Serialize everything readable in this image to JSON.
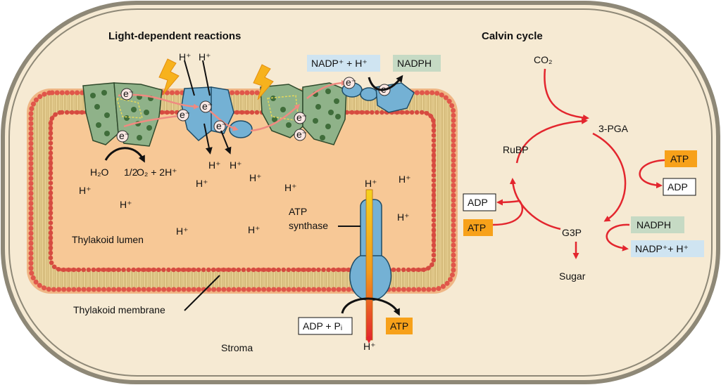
{
  "headings": {
    "light": "Light-dependent reactions",
    "calvin": "Calvin cycle"
  },
  "labels": {
    "stroma": "Stroma",
    "lumen": "Thylakoid lumen",
    "membrane": "Thylakoid membrane",
    "atp_synthase_line1": "ATP",
    "atp_synthase_line2": "synthase",
    "water": "H₂O",
    "oxygen_half": "1/2",
    "oxygen_rest": "O₂ + 2H⁺",
    "proton": "H⁺",
    "electron": "e⁻"
  },
  "light_boxes": {
    "nadp": "NADP⁺ + H⁺",
    "nadph": "NADPH",
    "adp_pi": "ADP + Pᵢ",
    "atp": "ATP"
  },
  "calvin": {
    "co2": "CO₂",
    "pga": "3-PGA",
    "rubp": "RuBP",
    "g3p": "G3P",
    "sugar": "Sugar",
    "atp_in_top": "ATP",
    "adp_out_top": "ADP",
    "adp_out_left": "ADP",
    "atp_in_left": "ATP",
    "nadph_in": "NADPH",
    "nadp_out": "NADP⁺+ H⁺"
  },
  "colors": {
    "stroma": "#f6ead3",
    "lumen": "#f7c896",
    "membrane_head": "#e0564a",
    "protein_green": "#8fb289",
    "protein_blue": "#74b1d4",
    "arrow_red": "#e3262e",
    "atp_orange": "#f7a11a",
    "nadph_green": "#c6dac4",
    "nadp_blue": "#cfe4f1"
  }
}
